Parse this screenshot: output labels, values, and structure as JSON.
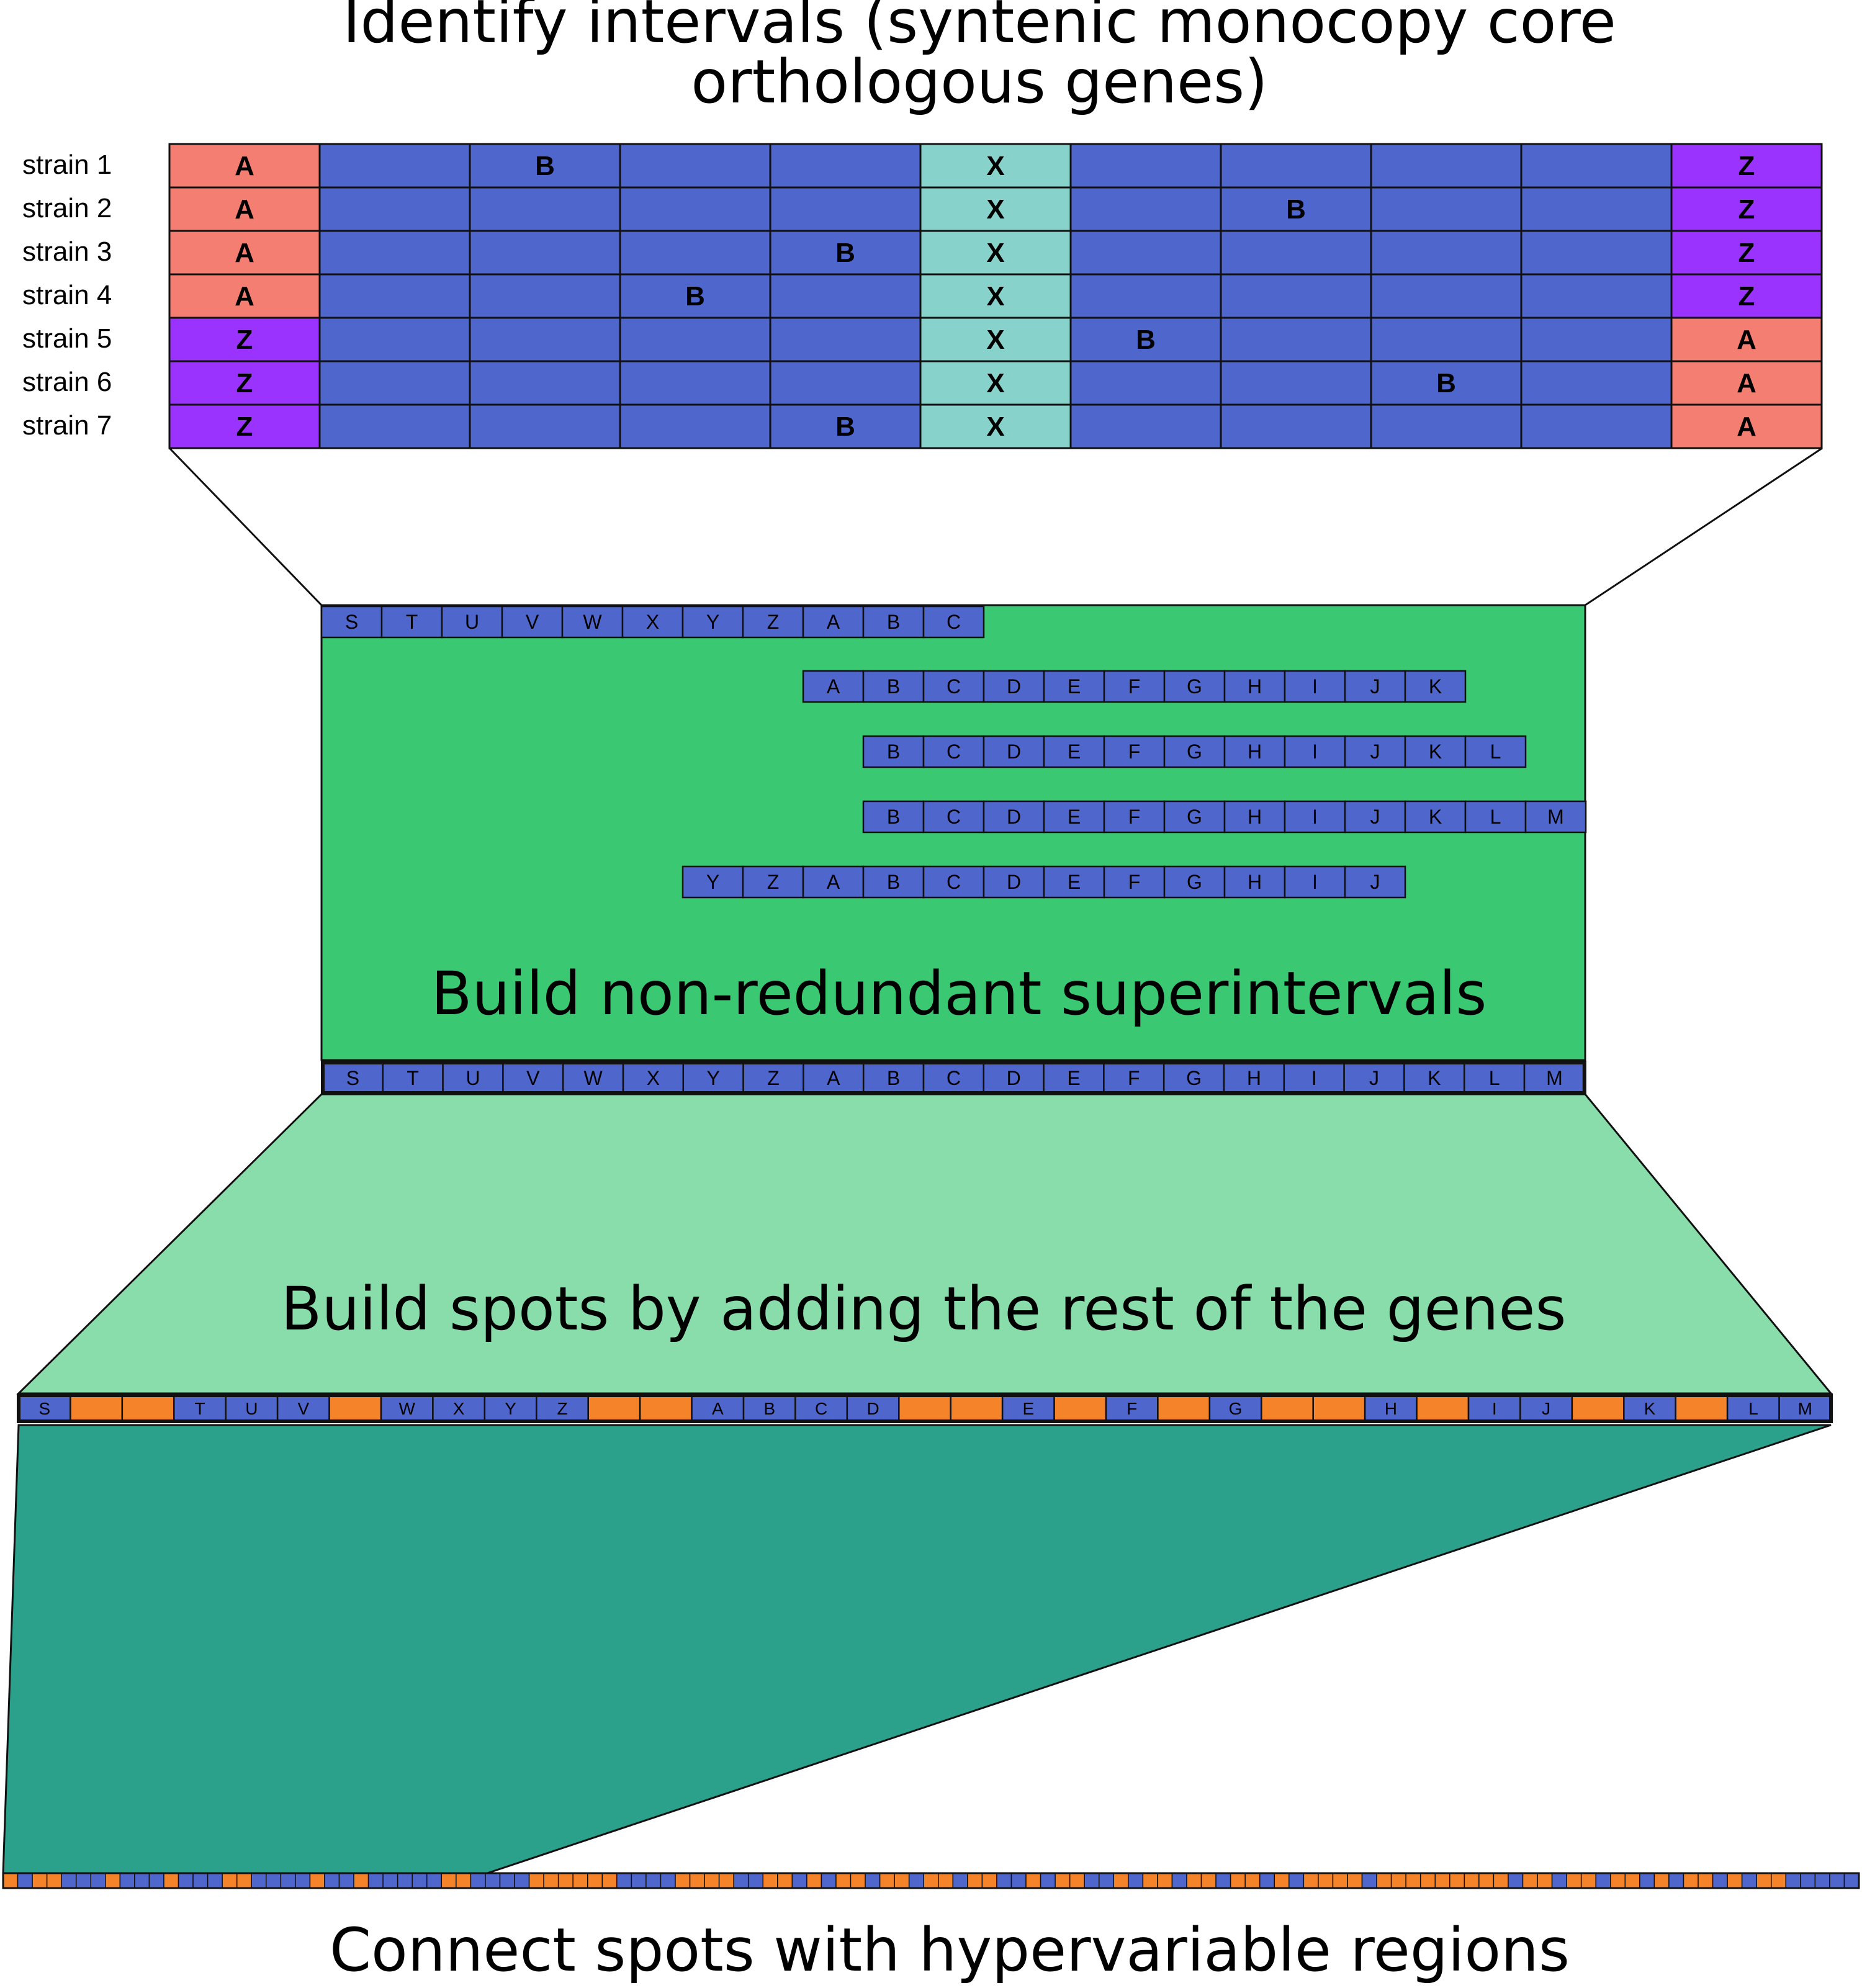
{
  "titles": {
    "top_line1": "Identify intervals (syntenic monocopy core",
    "top_line2": "orthologous genes)",
    "superintervals": "Build non-redundant superintervals",
    "spots": "Build spots by adding the rest of the genes",
    "hypervariable": "Connect spots with hypervariable regions"
  },
  "colors": {
    "gene_blue": "#4f66cd",
    "gene_A": "#f47e72",
    "gene_Z": "#9b33ff",
    "gene_X": "#88d2cc",
    "accessory_orange": "#f5832a",
    "superinterval_panel": "#3bc873",
    "spots_panel": "#88ddaa",
    "hypervariable_panel": "#2ba08a",
    "outline": "#111111"
  },
  "strains": [
    {
      "label": "strain 1",
      "cells": [
        "A",
        "",
        "B",
        "",
        "",
        "X",
        "",
        "",
        "",
        "",
        "Z"
      ]
    },
    {
      "label": "strain 2",
      "cells": [
        "A",
        "",
        "",
        "",
        "",
        "X",
        "",
        "B",
        "",
        "",
        "Z"
      ]
    },
    {
      "label": "strain 3",
      "cells": [
        "A",
        "",
        "",
        "",
        "B",
        "X",
        "",
        "",
        "",
        "",
        "Z"
      ]
    },
    {
      "label": "strain 4",
      "cells": [
        "A",
        "",
        "",
        "B",
        "",
        "X",
        "",
        "",
        "",
        "",
        "Z"
      ]
    },
    {
      "label": "strain 5",
      "cells": [
        "Z",
        "",
        "",
        "",
        "",
        "X",
        "B",
        "",
        "",
        "",
        "A"
      ]
    },
    {
      "label": "strain 6",
      "cells": [
        "Z",
        "",
        "",
        "",
        "",
        "X",
        "",
        "",
        "B",
        "",
        "A"
      ]
    },
    {
      "label": "strain 7",
      "cells": [
        "Z",
        "",
        "",
        "",
        "B",
        "X",
        "",
        "",
        "",
        "",
        "A"
      ]
    }
  ],
  "intervals": [
    {
      "start": 0,
      "genes": [
        "S",
        "T",
        "U",
        "V",
        "W",
        "X",
        "Y",
        "Z",
        "A",
        "B",
        "C"
      ]
    },
    {
      "start": 8,
      "genes": [
        "A",
        "B",
        "C",
        "D",
        "E",
        "F",
        "G",
        "H",
        "I",
        "J",
        "K"
      ]
    },
    {
      "start": 9,
      "genes": [
        "B",
        "C",
        "D",
        "E",
        "F",
        "G",
        "H",
        "I",
        "J",
        "K",
        "L"
      ]
    },
    {
      "start": 9,
      "genes": [
        "B",
        "C",
        "D",
        "E",
        "F",
        "G",
        "H",
        "I",
        "J",
        "K",
        "L",
        "M"
      ]
    },
    {
      "start": 6,
      "genes": [
        "Y",
        "Z",
        "A",
        "B",
        "C",
        "D",
        "E",
        "F",
        "G",
        "H",
        "I",
        "J"
      ]
    }
  ],
  "superinterval": [
    "S",
    "T",
    "U",
    "V",
    "W",
    "X",
    "Y",
    "Z",
    "A",
    "B",
    "C",
    "D",
    "E",
    "F",
    "G",
    "H",
    "I",
    "J",
    "K",
    "L",
    "M"
  ],
  "spot": [
    "S",
    "+",
    "+",
    "T",
    "U",
    "V",
    "+",
    "W",
    "X",
    "Y",
    "Z",
    "+",
    "+",
    "A",
    "B",
    "C",
    "D",
    "+",
    "+",
    "E",
    "+",
    "F",
    "+",
    "G",
    "+",
    "+",
    "H",
    "+",
    "I",
    "J",
    "+",
    "K",
    "+",
    "L",
    "M"
  ],
  "hypervariable_pattern": "oboobbbobbbobbboobbbbobbobbbbboobbbboooooobbbboooobboobobooboobooboobboboobboboobooboobobooooboooooooooboobooboobobooboboobbbbb"
}
